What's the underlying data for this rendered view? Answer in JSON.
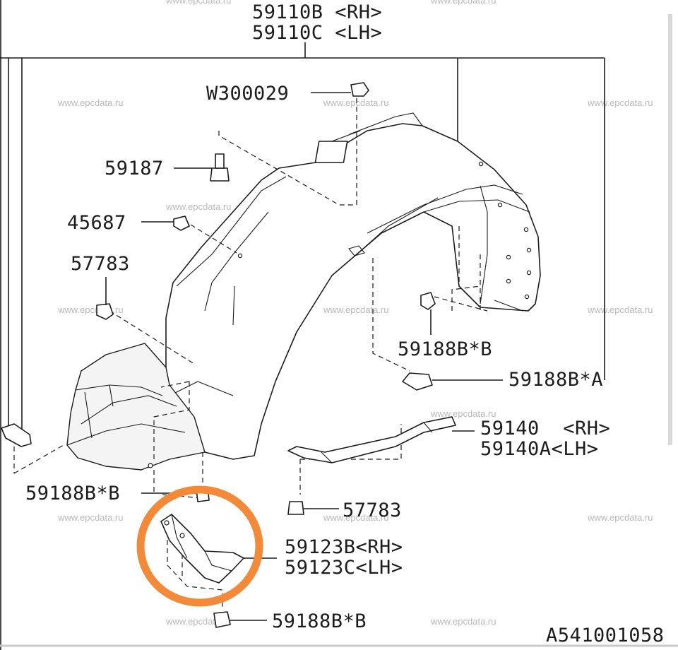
{
  "diagram": {
    "drawing_number": "A541001058",
    "watermark": "www.epcdata.ru",
    "highlight_color": "#f28a3a",
    "parts": [
      {
        "id": "fender-liner",
        "lines": [
          "59110B <RH>",
          "59110C <LH>"
        ]
      },
      {
        "id": "clip-top",
        "lines": [
          "W300029"
        ]
      },
      {
        "id": "bolt-59187",
        "lines": [
          "59187"
        ]
      },
      {
        "id": "clip-45687",
        "lines": [
          "45687"
        ]
      },
      {
        "id": "clip-57783-upper",
        "lines": [
          "57783"
        ]
      },
      {
        "id": "clip-59188b-b-right",
        "lines": [
          "59188B*B"
        ]
      },
      {
        "id": "clip-59188b-a",
        "lines": [
          "59188B*A"
        ]
      },
      {
        "id": "seal-59140",
        "lines": [
          "59140  <RH>",
          "59140A<LH>"
        ]
      },
      {
        "id": "clip-59188b-b-left",
        "lines": [
          "59188B*B"
        ]
      },
      {
        "id": "clip-57783-lower",
        "lines": [
          "57783"
        ]
      },
      {
        "id": "mudflap-59123",
        "lines": [
          "59123B<RH>",
          "59123C<LH>"
        ]
      },
      {
        "id": "clip-59188b-b-bottom",
        "lines": [
          "59188B*B"
        ]
      }
    ]
  }
}
